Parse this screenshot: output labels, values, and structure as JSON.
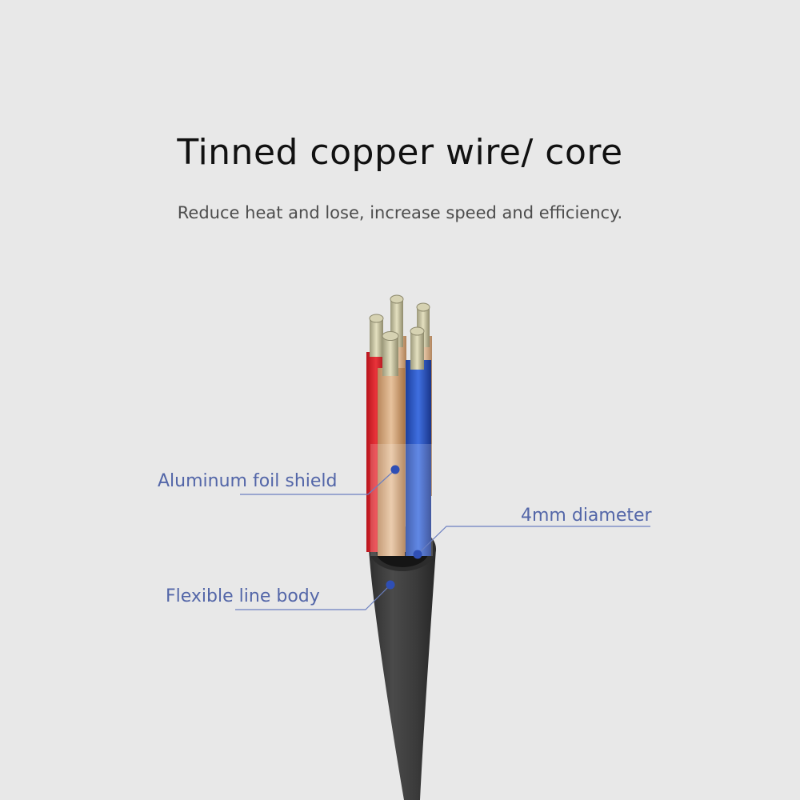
{
  "heading": {
    "title": "Tinned copper wire/ core",
    "subtitle": "Reduce heat and lose, increase speed and efficiency."
  },
  "callouts": {
    "foil_shield": "Aluminum foil shield",
    "line_body": "Flexible line body",
    "diameter": "4mm diameter"
  },
  "colors": {
    "background": "#e8e8e8",
    "callout": "#5366a8",
    "marker": "#2f4fb5",
    "jacket": "#3d3d3d"
  }
}
